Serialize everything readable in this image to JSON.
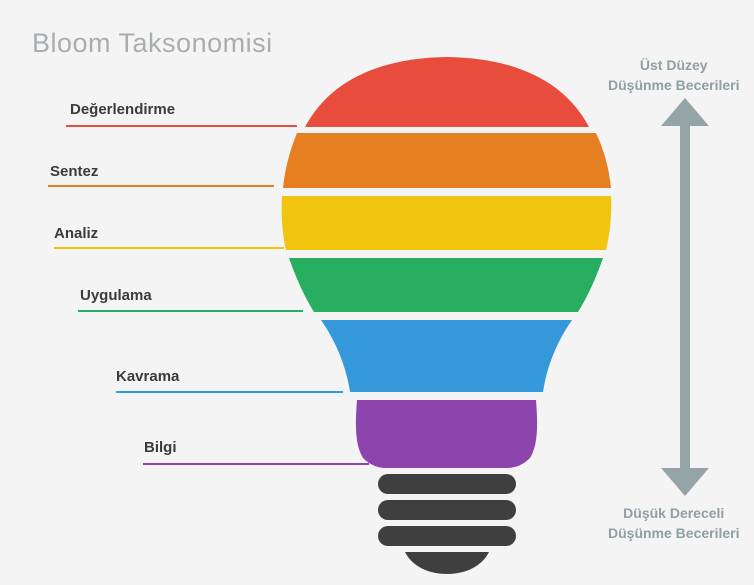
{
  "title": "Bloom Taksonomisi",
  "levels": [
    {
      "label": "Değerlendirme",
      "color": "#e84c3d"
    },
    {
      "label": "Sentez",
      "color": "#e67e22"
    },
    {
      "label": "Analiz",
      "color": "#f1c40f"
    },
    {
      "label": "Uygulama",
      "color": "#27ae60"
    },
    {
      "label": "Kavrama",
      "color": "#3498db"
    },
    {
      "label": "Bilgi",
      "color": "#8e44ad"
    }
  ],
  "arrow": {
    "top_line1": "Üst Düzey",
    "top_line2": "Düşünme Becerileri",
    "bottom_line1": "Düşük Dereceli",
    "bottom_line2": "Düşünme Becerileri",
    "color": "#95a5a6"
  },
  "base_color": "#3f3f3f"
}
